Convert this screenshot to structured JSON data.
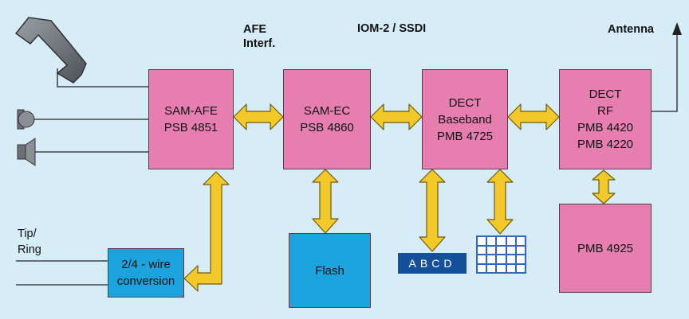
{
  "headers": {
    "afe_line1": "AFE",
    "afe_line2": "Interf.",
    "iom": "IOM-2 / SSDI",
    "antenna": "Antenna"
  },
  "blocks": {
    "sam_afe": [
      "SAM-AFE",
      "PSB 4851"
    ],
    "sam_ec": [
      "SAM-EC",
      "PSB 4860"
    ],
    "dect_baseband": [
      "DECT",
      "Baseband",
      "PMB 4725"
    ],
    "dect_rf": [
      "DECT",
      "RF",
      "PMB 4420",
      "PMB 4220"
    ],
    "pmb4925": [
      "PMB 4925"
    ],
    "flash": [
      "Flash"
    ],
    "wire_conversion": [
      "2/4 - wire",
      "conversion"
    ]
  },
  "labels": {
    "tip": "Tip/",
    "ring": "Ring",
    "display": "ABCD"
  },
  "colors": {
    "background": "#d6ecf7",
    "chip": "#e67fb0",
    "peripheral": "#1aa3dd",
    "arrow": "#f3c92a"
  }
}
